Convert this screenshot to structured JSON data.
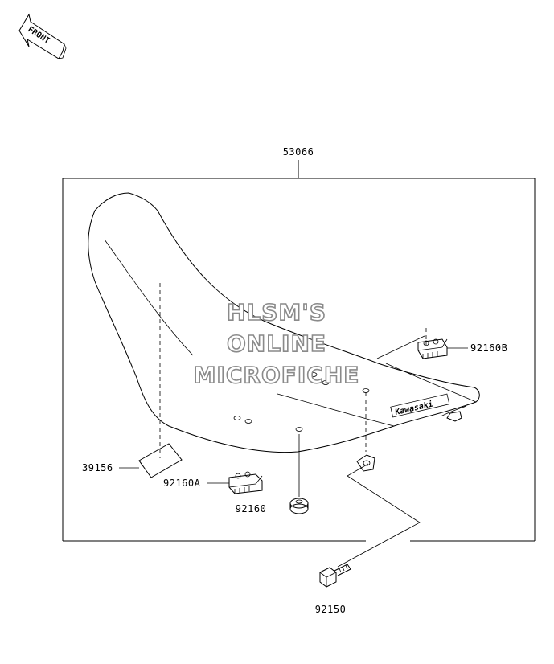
{
  "diagram": {
    "front_arrow_text": "FRONT",
    "watermark": {
      "line1": "HLSM'S",
      "line2": "ONLINE",
      "line3": "MICROFICHE"
    },
    "seat_brand_text": "Kawasaki",
    "parts": [
      {
        "number": "53066"
      },
      {
        "number": "92160B"
      },
      {
        "number": "39156"
      },
      {
        "number": "92160A"
      },
      {
        "number": "92160"
      },
      {
        "number": "92150"
      }
    ]
  }
}
